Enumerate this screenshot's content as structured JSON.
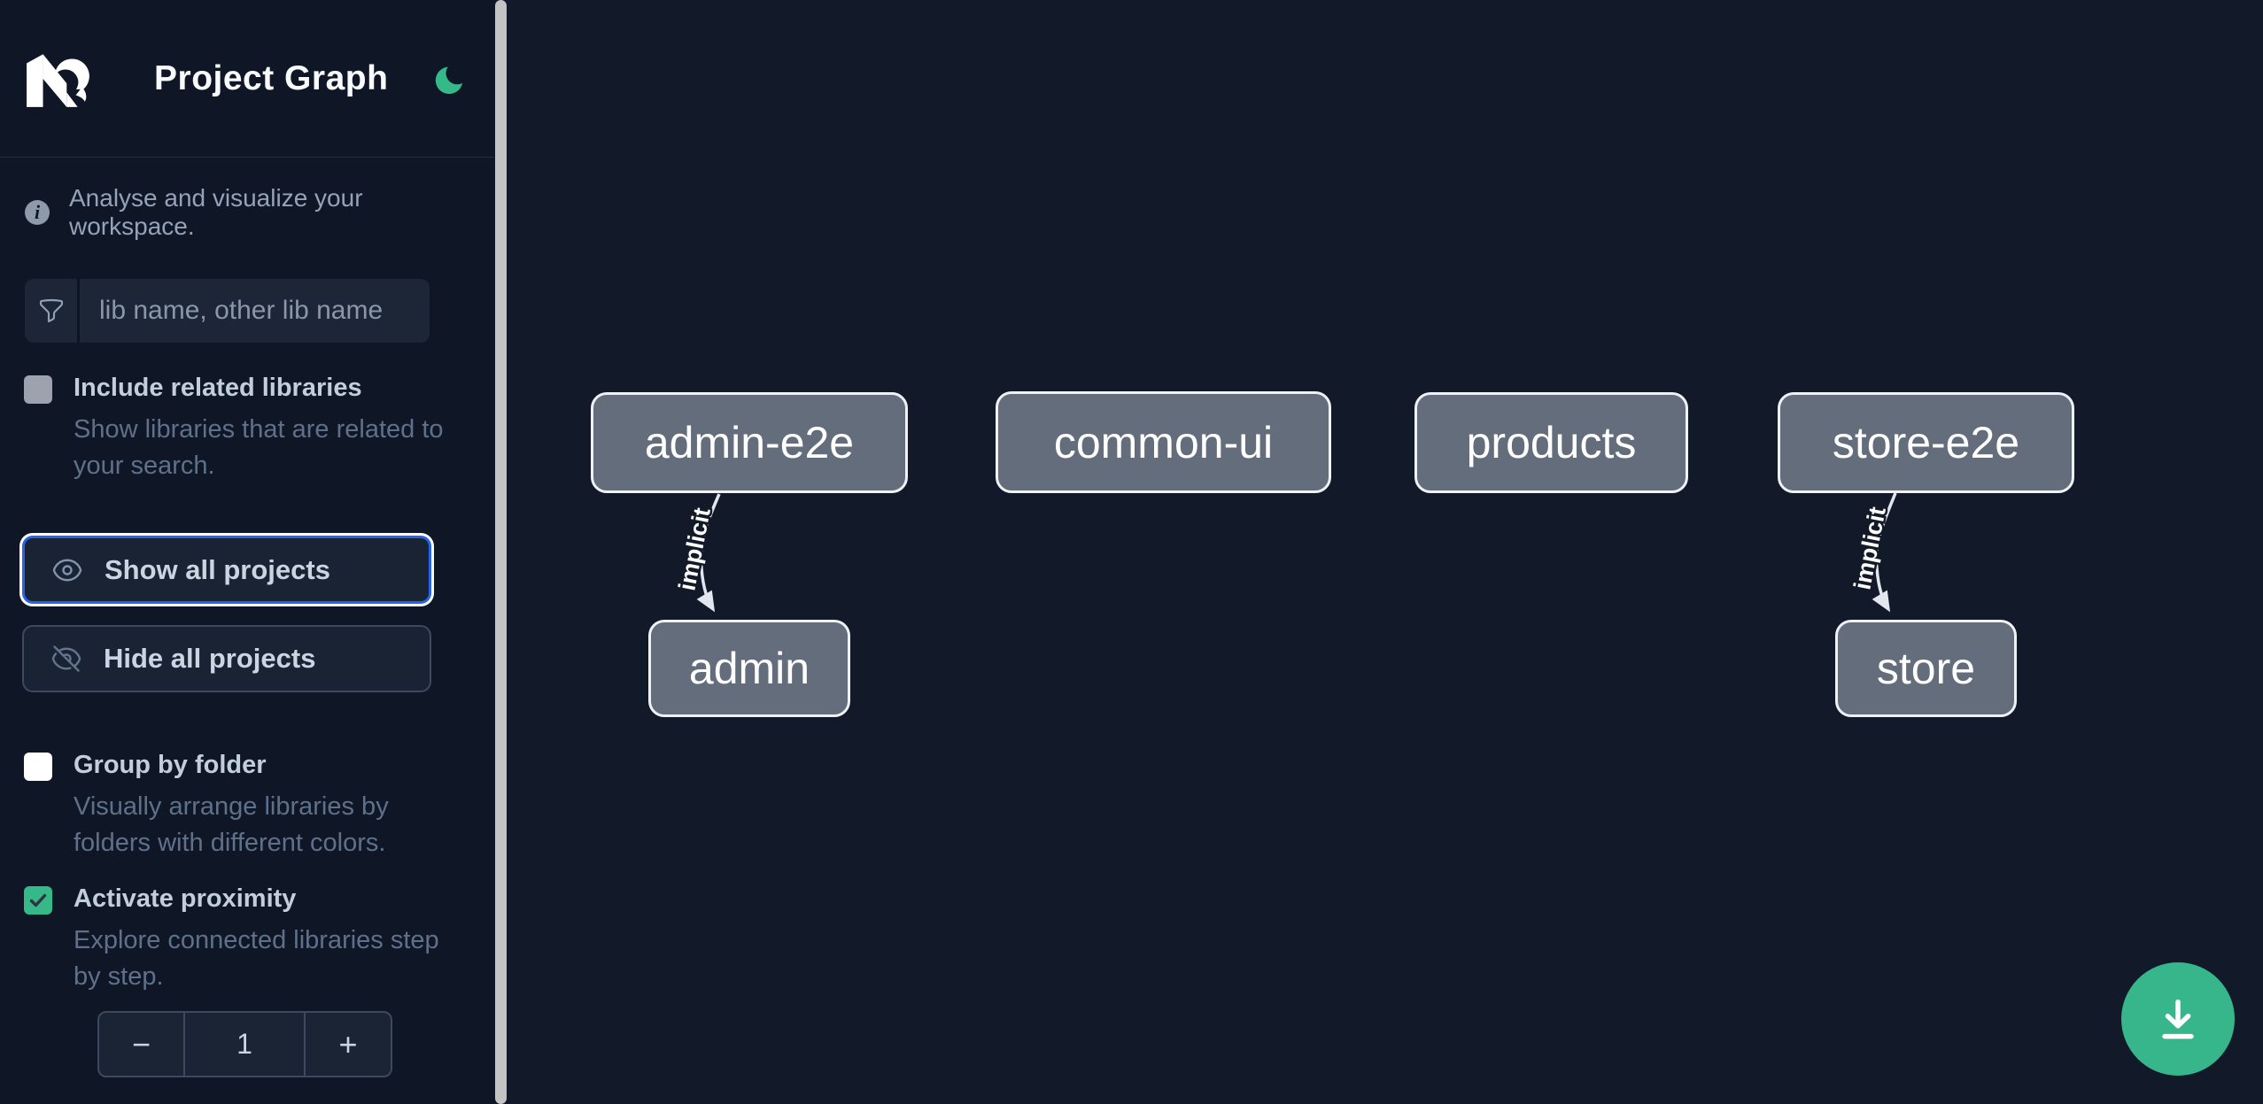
{
  "header": {
    "title": "Project Graph"
  },
  "sidebar": {
    "tagline": "Analyse and visualize your workspace.",
    "filter": {
      "placeholder": "lib name, other lib name",
      "value": ""
    },
    "actions": [
      {
        "label": "Show all projects",
        "icon": "eye-icon",
        "focused": true
      },
      {
        "label": "Hide all projects",
        "icon": "eye-slash-icon",
        "focused": false
      }
    ],
    "toggles": [
      {
        "label": "Include related libraries",
        "description": "Show libraries that are related to your search.",
        "checked": false
      },
      {
        "label": "Group by folder",
        "description": "Visually arrange libraries by folders with different colors.",
        "checked": false
      },
      {
        "label": "Activate proximity",
        "description": "Explore connected libraries step by step.",
        "checked": true
      }
    ],
    "proximity_stepper": {
      "decrement_label": "−",
      "value": "1",
      "increment_label": "+"
    }
  },
  "graph": {
    "nodes": [
      {
        "label": "admin-e2e"
      },
      {
        "label": "common-ui"
      },
      {
        "label": "products"
      },
      {
        "label": "store-e2e"
      },
      {
        "label": "admin"
      },
      {
        "label": "store"
      }
    ],
    "edges": [
      {
        "from": "admin-e2e",
        "to": "admin",
        "label": "implicit"
      },
      {
        "from": "store-e2e",
        "to": "store",
        "label": "implicit"
      }
    ]
  },
  "fab": {
    "icon": "download-icon"
  },
  "colors": {
    "accent_green": "#35b989",
    "focus_blue": "#2563eb",
    "node_fill": "#646d7c",
    "sidebar_bg": "#0f1626",
    "canvas_bg": "#121a29"
  }
}
